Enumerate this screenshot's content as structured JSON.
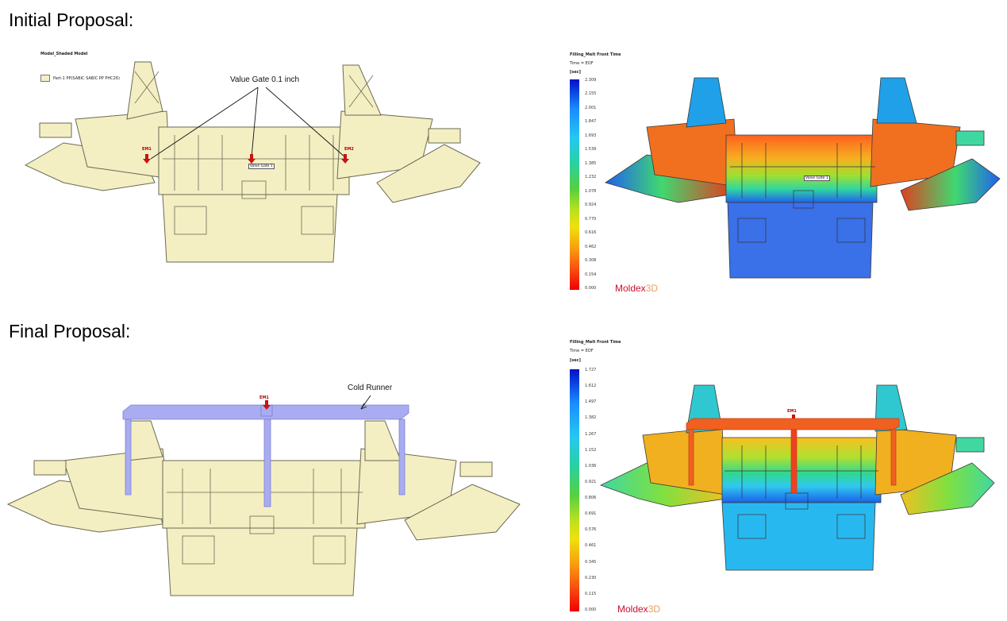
{
  "sections": {
    "initial": "Initial Proposal:",
    "final": "Final Proposal:"
  },
  "initial_model": {
    "title": "Model_Shaded Model",
    "legend_label": "Part-1 PP(SABIC SABIC PP PHC26)",
    "annotation": "Value Gate 0.1 inch",
    "gate_labels": [
      "EM1",
      "EM2"
    ],
    "valve_gate": "Valve Gate 1"
  },
  "initial_result": {
    "title": "Filling_Melt Front Time",
    "subtitle": "Time = EOF",
    "unit": "[sec]",
    "scale": [
      "2.309",
      "2.155",
      "2.001",
      "1.847",
      "1.693",
      "1.539",
      "1.385",
      "1.232",
      "1.078",
      "0.924",
      "0.770",
      "0.616",
      "0.462",
      "0.308",
      "0.154",
      "0.000"
    ],
    "valve_gate": "Valve Gate 1",
    "brand_a": "Moldex",
    "brand_b": "3D"
  },
  "final_model": {
    "annotation": "Cold Runner",
    "gate_label": "EM1"
  },
  "final_result": {
    "title": "Filling_Melt Front Time",
    "subtitle": "Time = EOF",
    "unit": "[sec]",
    "scale": [
      "1.727",
      "1.612",
      "1.497",
      "1.382",
      "1.267",
      "1.152",
      "1.036",
      "0.921",
      "0.806",
      "0.691",
      "0.576",
      "0.461",
      "0.345",
      "0.230",
      "0.115",
      "0.000"
    ],
    "gate_label": "EM1",
    "brand_a": "Moldex",
    "brand_b": "3D"
  },
  "colors": {
    "part_fill": "#f3efc3",
    "part_edge": "#6b6a52",
    "runner": "#a9acf0",
    "gate_red": "#cc1111"
  }
}
